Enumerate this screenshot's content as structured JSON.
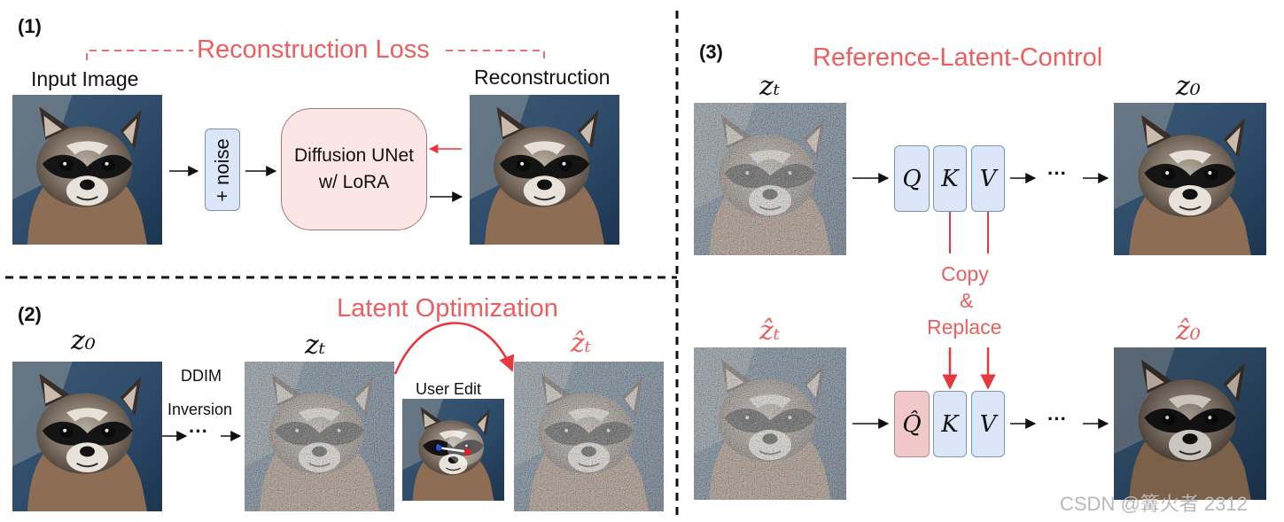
{
  "panel1": {
    "label": "(1)",
    "loss_label": "Reconstruction Loss",
    "input_label": "Input Image",
    "noise_label": "+ noise",
    "unet_line1": "Diffusion UNet",
    "unet_line2": "w/ LoRA",
    "recon_label": "Reconstruction"
  },
  "panel2": {
    "label": "(2)",
    "z0_label": "z₀",
    "ddim_line1": "DDIM",
    "ddim_line2": "Inversion",
    "dots": "···",
    "zt_label": "zₜ",
    "opt_label": "Latent Optimization",
    "user_edit_label": "User Edit",
    "zt_hat_label": "ẑₜ"
  },
  "panel3": {
    "label": "(3)",
    "title": "Reference-Latent-Control",
    "zt_label": "zₜ",
    "z0_label": "z₀",
    "zt_hat_label": "ẑₜ",
    "z0_hat_label": "ẑ₀",
    "q": "Q",
    "k": "K",
    "v": "V",
    "q_hat": "Q̂",
    "dots": "···",
    "copy_line1": "Copy",
    "copy_line2": "&",
    "copy_line3": "Replace"
  },
  "watermark": "CSDN @篝火者 2312",
  "colors": {
    "accent_red": "#ec5f5f",
    "box_blue": "#dbe6f8",
    "box_pink": "#f1c8c8",
    "unet_fill": "#fbe5e5"
  }
}
